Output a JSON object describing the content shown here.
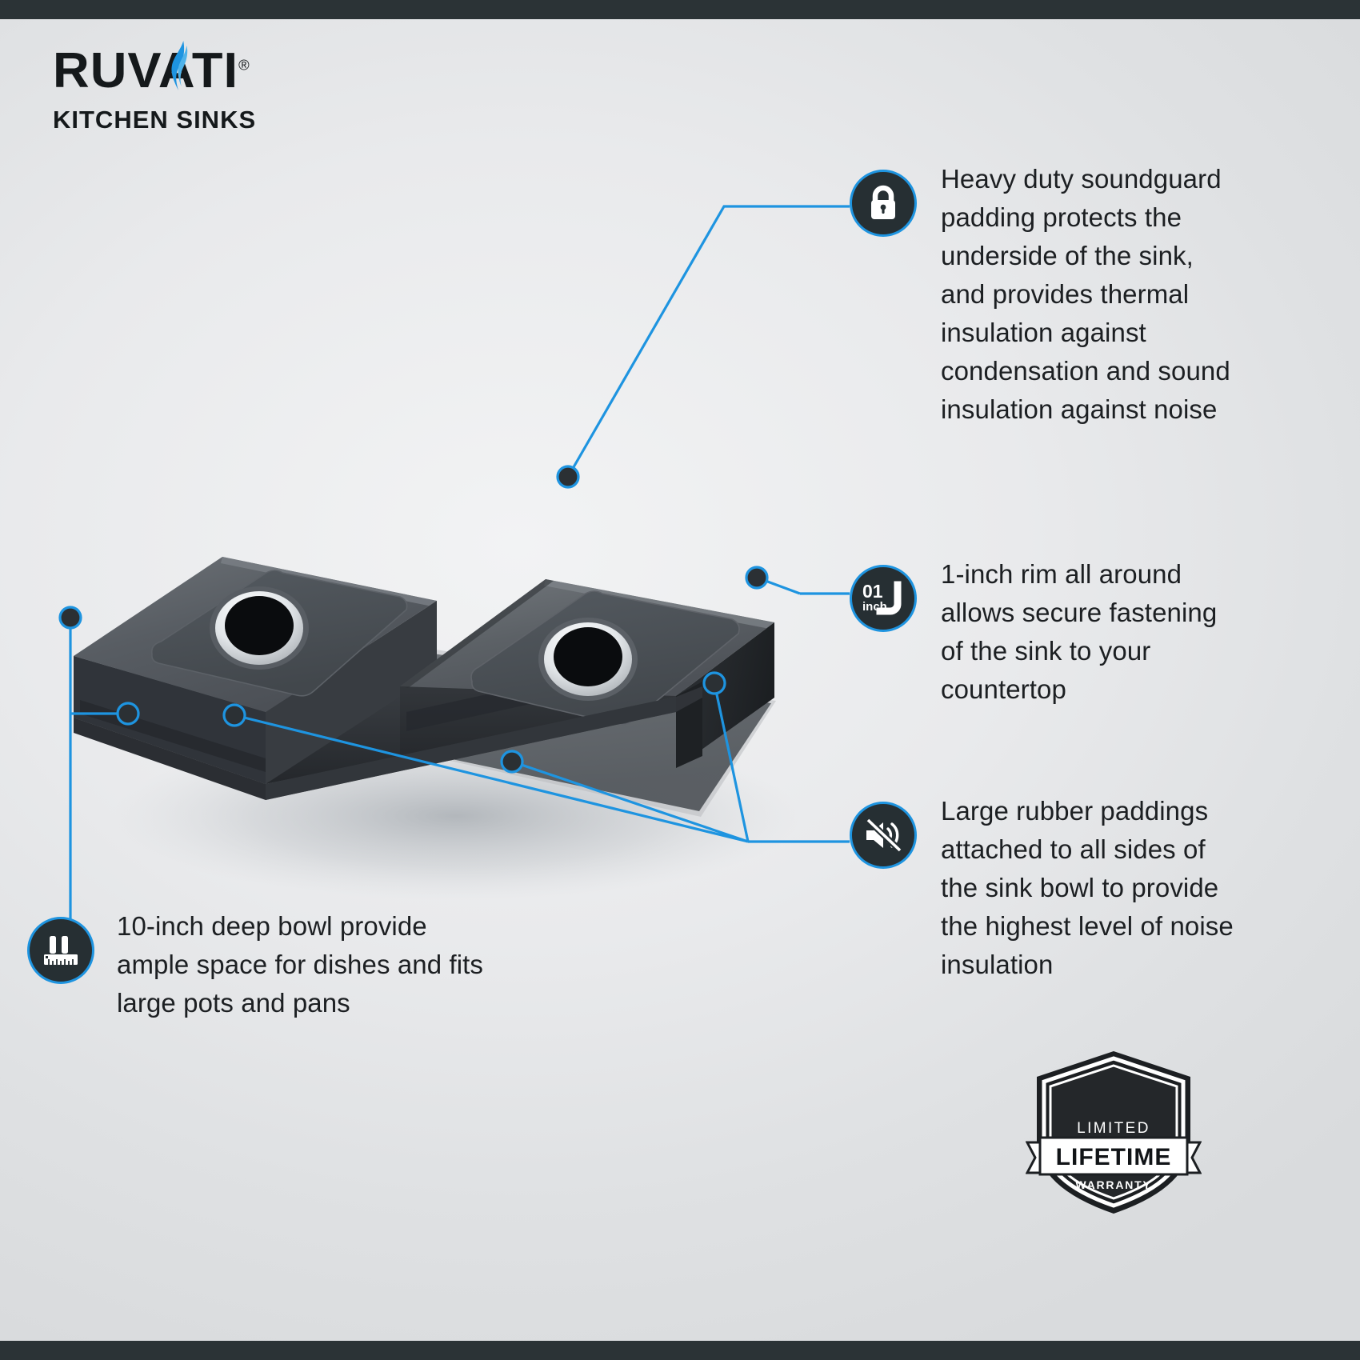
{
  "brand": {
    "wordmark": "RUVATI",
    "registered_mark": "®",
    "tagline": "KITCHEN SINKS",
    "flame_icon": "water-flame-icon",
    "accent_color": "#1e94e0",
    "ink_color": "#15191b"
  },
  "theme": {
    "background_light": "#f2f3f4",
    "background_mid": "#e4e6e8",
    "callout_circle_fill": "#262f33",
    "callout_circle_ring": "#1e94e0",
    "connector_line": "#1e94e0",
    "frame_bar": "#2b3336",
    "text_color": "#1c1f22"
  },
  "product": {
    "alt": "Underside of a double-bowl undermount kitchen sink showing soundguard padding",
    "bowl_body_color": "#4a4f54",
    "bowl_shadow_color": "#23262a",
    "pad_color": "#44484d",
    "drain_ring_color": "#d8dcdf"
  },
  "callouts": [
    {
      "id": "soundguard",
      "icon": "lock-icon",
      "text": "Heavy duty soundguard padding protects the underside of the sink, and provides thermal insulation against condensation and sound insulation against noise",
      "lines": [
        "Heavy duty soundguard",
        "padding protects the un-",
        "derside of the sink, and",
        "provides thermal insula-",
        "tion against condensa-",
        "tion and sound insula-",
        "tion against noise"
      ]
    },
    {
      "id": "rim",
      "icon": "one-inch-rim-icon",
      "icon_number": "01",
      "icon_unit": "inch",
      "text": "1-inch rim all around allows secure fastening of the sink to your countertop",
      "lines": [
        "1-inch rim all around",
        "allows secure fastening",
        "of the sink to your coun-",
        "tertop"
      ]
    },
    {
      "id": "rubber",
      "icon": "mute-speaker-icon",
      "text": "Large rubber paddings attached to all sides of the sink bowl to provide the highest level of noise insulation",
      "lines": [
        "Large rubber paddings",
        "attached to all sides of",
        "the sink bowl to provide",
        "the highest level of noise",
        "insulation"
      ]
    },
    {
      "id": "depth",
      "icon": "depth-ruler-icon",
      "text": "10-inch deep bowl provide ample space for dishes and fits large pots and pans",
      "lines": [
        "10-inch deep bowl provide",
        "ample space for dishes and fits",
        "large pots and pans"
      ]
    }
  ],
  "warranty": {
    "line1": "LIMITED",
    "line2": "LIFETIME",
    "line3": "WARRANTY",
    "icon": "shield-ribbon-badge"
  }
}
